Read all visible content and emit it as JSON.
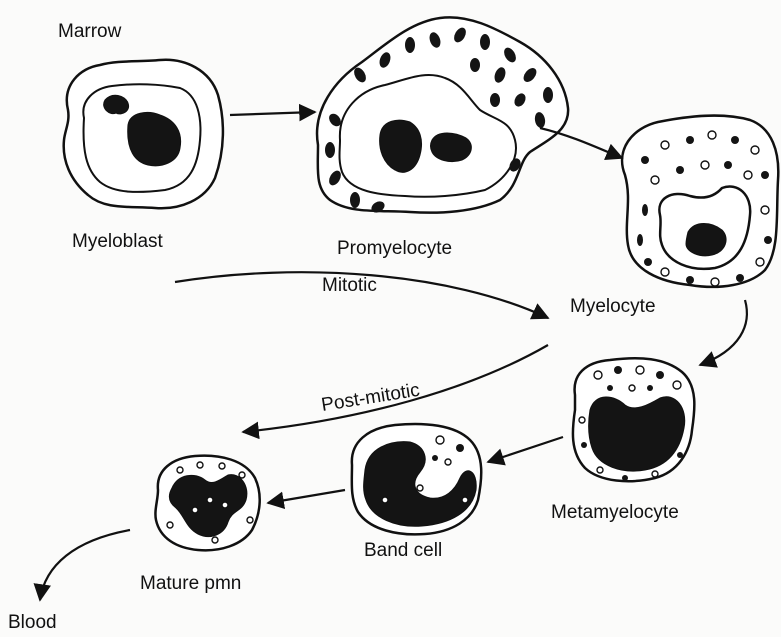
{
  "labels": {
    "marrow": "Marrow",
    "myeloblast": "Myeloblast",
    "promyelocyte": "Promyelocyte",
    "myelocyte": "Myelocyte",
    "mitotic": "Mitotic",
    "post_mitotic": "Post-mitotic",
    "metamyelocyte": "Metamyelocyte",
    "band_cell": "Band cell",
    "mature_pmn": "Mature pmn",
    "blood": "Blood"
  },
  "colors": {
    "ink": "#111111",
    "paper": "#fbfbfa"
  }
}
